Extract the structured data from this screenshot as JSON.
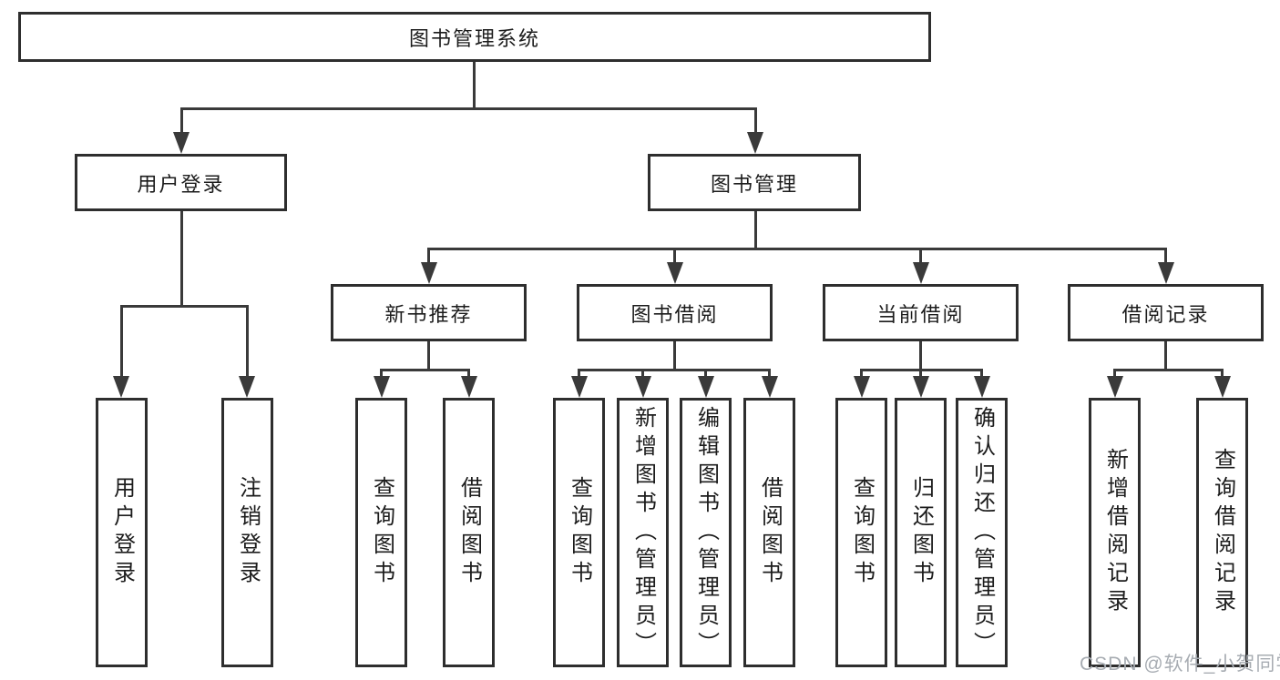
{
  "tree": {
    "root": {
      "label": "图书管理系统",
      "children": [
        {
          "label": "用户登录",
          "children": [
            {
              "label": "用户登录"
            },
            {
              "label": "注销登录"
            }
          ]
        },
        {
          "label": "图书管理",
          "children": [
            {
              "label": "新书推荐",
              "children": [
                {
                  "label": "查询图书"
                },
                {
                  "label": "借阅图书"
                }
              ]
            },
            {
              "label": "图书借阅",
              "children": [
                {
                  "label": "查询图书"
                },
                {
                  "label": "新增图书（管理员）"
                },
                {
                  "label": "编辑图书（管理员）"
                },
                {
                  "label": "借阅图书"
                }
              ]
            },
            {
              "label": "当前借阅",
              "children": [
                {
                  "label": "查询图书"
                },
                {
                  "label": "归还图书"
                },
                {
                  "label": "确认归还（管理员）"
                }
              ]
            },
            {
              "label": "借阅记录",
              "children": [
                {
                  "label": "新增借阅记录"
                },
                {
                  "label": "查询借阅记录"
                }
              ]
            }
          ]
        }
      ]
    }
  },
  "watermark": {
    "text": "CSDN @软件_小贺同学"
  },
  "colors": {
    "background": "#ffffff",
    "line": "#3a3a3a",
    "box_border": "#2e2e2e",
    "text": "#1c1c1c",
    "watermark": "#a7acb2"
  }
}
